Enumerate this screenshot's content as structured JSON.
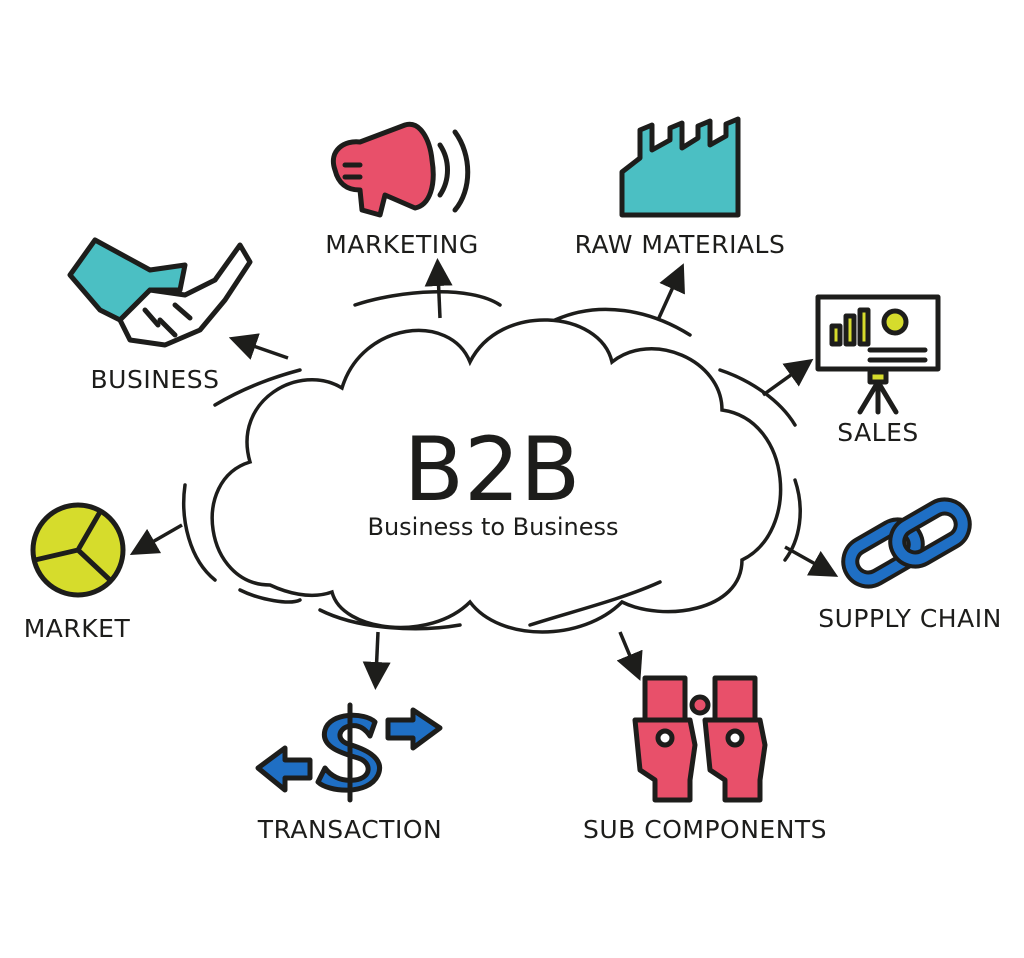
{
  "center": {
    "title": "B2B",
    "subtitle": "Business to Business"
  },
  "nodes": [
    {
      "label": "MARKETING",
      "icon": "megaphone-icon"
    },
    {
      "label": "RAW MATERIALS",
      "icon": "factory-icon"
    },
    {
      "label": "BUSINESS",
      "icon": "handshake-icon"
    },
    {
      "label": "SALES",
      "icon": "presentation-board-icon"
    },
    {
      "label": "MARKET",
      "icon": "pie-chart-icon"
    },
    {
      "label": "SUPPLY CHAIN",
      "icon": "chain-link-icon"
    },
    {
      "label": "TRANSACTION",
      "icon": "dollar-exchange-icon"
    },
    {
      "label": "SUB COMPONENTS",
      "icon": "puzzle-pieces-icon"
    }
  ],
  "colors": {
    "pink": "#e8506a",
    "teal": "#4bbfc3",
    "yellow": "#d6dc2c",
    "blue": "#1f6fc4",
    "ink": "#1d1d1b"
  }
}
